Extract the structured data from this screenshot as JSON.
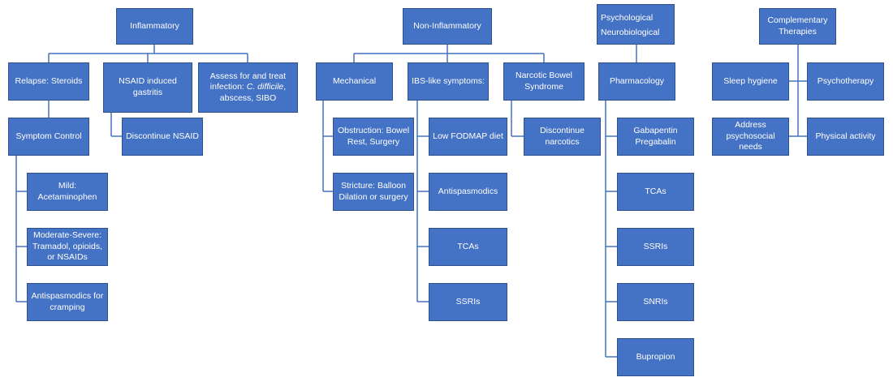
{
  "nodes": {
    "inflammatory": "Inflammatory",
    "relapse_steroids": "Relapse: Steroids",
    "nsaid_gastritis": "NSAID induced gastritis",
    "assess_infection_prefix": "Assess for and treat infection: ",
    "assess_infection_italic": "C. difficile",
    "assess_infection_suffix": ", abscess, SIBO",
    "symptom_control": "Symptom Control",
    "discontinue_nsaid": "Discontinue NSAID",
    "mild": "Mild: Acetaminophen",
    "moderate_severe": "Moderate-Severe: Tramadol, opioids, or NSAIDs",
    "antispasmodics_cramping": "Antispasmodics for cramping",
    "non_inflammatory": "Non-Inflammatory",
    "mechanical": "Mechanical",
    "ibs_like": "IBS-like symptoms:",
    "narcotic_bowel": "Narcotic Bowel Syndrome",
    "obstruction": "Obstruction: Bowel Rest, Surgery",
    "stricture": "Stricture: Balloon Dilation or surgery",
    "low_fodmap": "Low FODMAP diet",
    "antispasmodics": "Antispasmodics",
    "ibs_tcas": "TCAs",
    "ibs_ssris": "SSRIs",
    "discontinue_narcotics": "Discontinue narcotics",
    "psych_line1": "Psychological",
    "psych_line2": "Neurobiological",
    "pharmacology": "Pharmacology",
    "gabapentin": "Gabapentin Pregabalin",
    "ph_tcas": "TCAs",
    "ph_ssris": "SSRIs",
    "ph_snris": "SNRIs",
    "bupropion": "Bupropion",
    "complementary": "Complementary Therapies",
    "sleep_hygiene": "Sleep hygiene",
    "psychotherapy": "Psychotherapy",
    "psychosocial": "Address psychosocial needs",
    "physical_activity": "Physical activity"
  },
  "colors": {
    "box_fill": "#4472c4",
    "box_border": "#2f528f",
    "box_text": "#ffffff",
    "connector": "#4472c4"
  }
}
